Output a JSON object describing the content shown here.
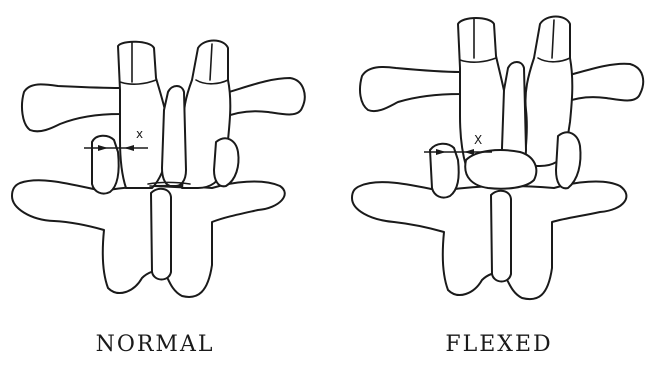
{
  "panels": [
    {
      "label": "NORMAL",
      "marker": "x"
    },
    {
      "label": "FLEXED",
      "marker": "X"
    }
  ],
  "colors": {
    "line": "#1a1a1a",
    "background": "#ffffff"
  }
}
